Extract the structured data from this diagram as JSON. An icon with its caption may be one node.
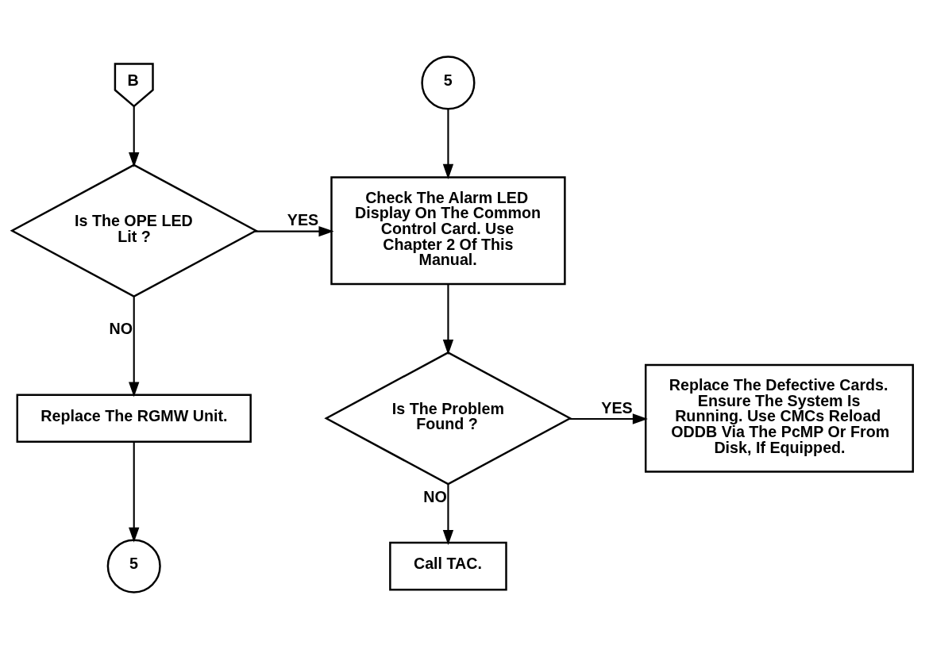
{
  "diagram": {
    "nodes": [
      {
        "text": [
          "B"
        ]
      },
      {
        "text": [
          "Is The OPE LED Lit ?"
        ]
      },
      {
        "text": [
          "5"
        ]
      },
      {
        "text": [
          "Check The Alarm LED Display On The Common Control Card. Use Chapter 2 Of This Manual."
        ]
      },
      {
        "text": [
          "Replace The RGMW Unit."
        ]
      },
      {
        "text": [
          "5"
        ]
      },
      {
        "text": [
          "Is The Problem Found ?"
        ]
      },
      {
        "text": [
          "Replace The Defective Cards. Ensure The System Is Running. Use CMCs Reload ODDB Via The PcMP Or From Disk, If Equipped."
        ]
      },
      {
        "text": [
          "Call TAC."
        ]
      }
    ],
    "edges": [
      {
        "from": 0,
        "to": 1,
        "arrow": "to"
      },
      {
        "from": 1,
        "to": 3,
        "arrow": "to",
        "label": "YES"
      },
      {
        "from": 1,
        "to": 4,
        "arrow": "to",
        "label": "NO"
      },
      {
        "from": 4,
        "to": 5,
        "arrow": "to"
      },
      {
        "from": 2,
        "to": 3,
        "arrow": "to"
      },
      {
        "from": 3,
        "to": 6,
        "arrow": "to"
      },
      {
        "from": 6,
        "to": 7,
        "arrow": "to",
        "label": "YES"
      },
      {
        "from": 6,
        "to": 8,
        "arrow": "to",
        "label": "NO"
      }
    ]
  }
}
